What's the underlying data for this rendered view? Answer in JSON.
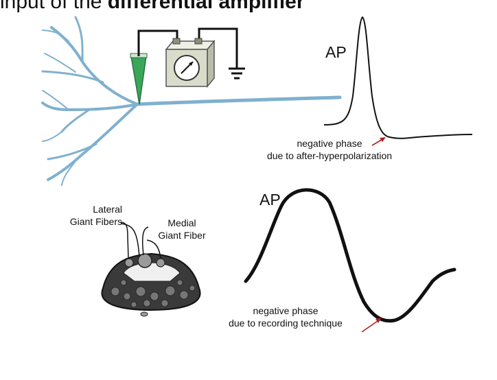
{
  "caption": {
    "prefix": "input of the ",
    "emphasis": "differential amplifier"
  },
  "top_trace": {
    "ap_label": "AP",
    "note_line1": "negative phase",
    "note_line2": "due to after-hyperpolarization"
  },
  "bottom_trace": {
    "ap_label": "AP",
    "note_line1": "negative phase",
    "note_line2": "due to recording technique"
  },
  "cross_section": {
    "lateral_line1": "Lateral",
    "lateral_line2": "Giant Fibers",
    "medial_line1": "Medial",
    "medial_line2": "Giant Fiber"
  },
  "colors": {
    "neuron": "#7fb0cf",
    "electrode": "#3aa65a",
    "arrow": "#b02020",
    "meter_box": "#d9dccb"
  }
}
